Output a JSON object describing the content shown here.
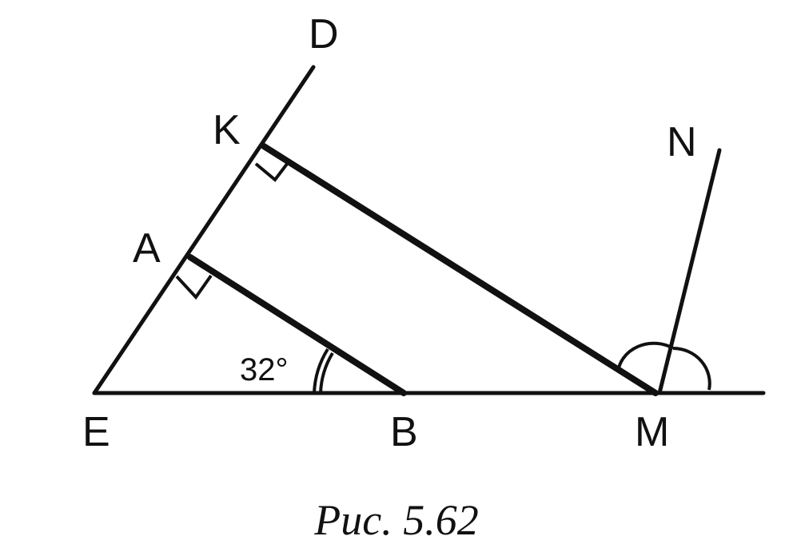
{
  "figure": {
    "points": {
      "D": "D",
      "K": "K",
      "N": "N",
      "A": "A",
      "E": "E",
      "B": "B",
      "M": "M"
    },
    "angle_EBA": "32°",
    "caption": "Рис. 5.62"
  }
}
